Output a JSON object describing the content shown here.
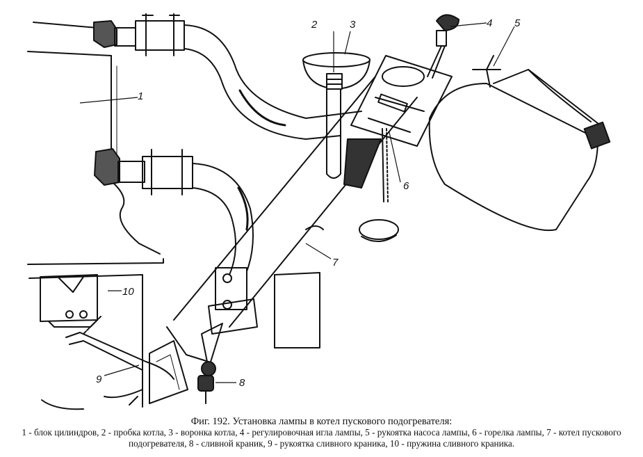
{
  "figure": {
    "callouts": [
      {
        "n": "1"
      },
      {
        "n": "2"
      },
      {
        "n": "3"
      },
      {
        "n": "4"
      },
      {
        "n": "5"
      },
      {
        "n": "6"
      },
      {
        "n": "7"
      },
      {
        "n": "8"
      },
      {
        "n": "9"
      },
      {
        "n": "10"
      }
    ]
  },
  "caption": {
    "title": "Фиг. 192. Установка лампы в котел пускового подогревателя:",
    "legend": "1 - блок цилиндров, 2 - пробка котла, 3 - воронка котла, 4 - регулировочная игла лампы, 5 - рукоятка насоса лампы, 6 - горелка лампы, 7 - котел пускового подогревателя, 8 - сливной краник, 9 - рукоятка сливного краника, 10 - пружина сливного краника."
  }
}
